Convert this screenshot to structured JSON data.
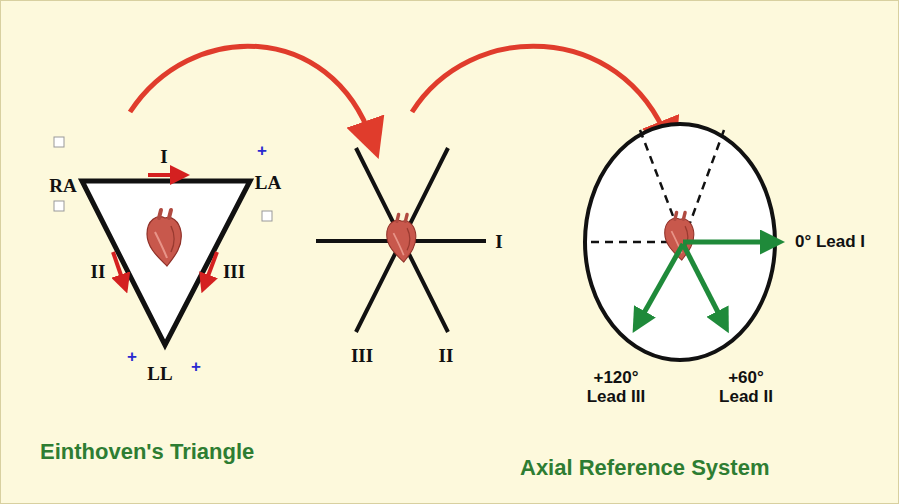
{
  "diagram": {
    "labels": [
      "RA",
      "I",
      "LA",
      "II",
      "III",
      "LL",
      "+",
      "+",
      "+",
      "I",
      "III",
      "II",
      "0° Lead I",
      "+120° Lead III",
      "+60° Lead II",
      "Einthoven's Triangle",
      "Axial Reference System"
    ]
  }
}
